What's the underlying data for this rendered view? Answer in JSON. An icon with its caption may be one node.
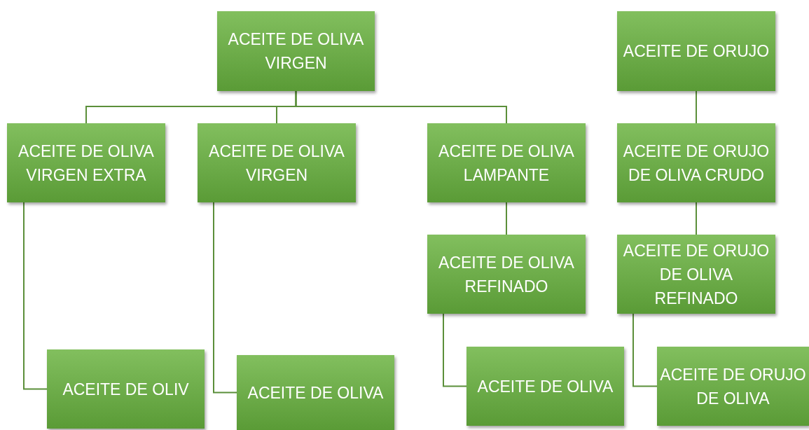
{
  "diagram": {
    "nodes": [
      {
        "text": [
          "ACEITE DE OLIVA VIRGEN"
        ]
      },
      {
        "text": [
          "ACEITE DE ORUJO"
        ]
      },
      {
        "text": [
          "ACEITE DE OLIVA VIRGEN EXTRA"
        ]
      },
      {
        "text": [
          "ACEITE DE OLIVA VIRGEN"
        ]
      },
      {
        "text": [
          "ACEITE DE OLIVA LAMPANTE"
        ]
      },
      {
        "text": [
          "ACEITE DE ORUJO DE OLIVA CRUDO"
        ]
      },
      {
        "text": [
          "ACEITE DE OLIVA REFINADO"
        ]
      },
      {
        "text": [
          "ACEITE DE ORUJO DE OLIVA REFINADO"
        ]
      },
      {
        "text": [
          "ACEITE DE OLIV"
        ]
      },
      {
        "text": [
          "ACEITE DE OLIVA"
        ]
      },
      {
        "text": [
          "ACEITE DE OLIVA"
        ]
      },
      {
        "text": [
          "ACEITE DE ORUJO DE OLIVA"
        ]
      }
    ],
    "edges": [
      {
        "from": 0,
        "to": 2,
        "arrow": "none"
      },
      {
        "from": 0,
        "to": 3,
        "arrow": "none"
      },
      {
        "from": 0,
        "to": 4,
        "arrow": "none"
      },
      {
        "from": 1,
        "to": 5,
        "arrow": "none"
      },
      {
        "from": 5,
        "to": 7,
        "arrow": "none"
      },
      {
        "from": 4,
        "to": 6,
        "arrow": "none"
      },
      {
        "from": 2,
        "to": 8,
        "arrow": "none"
      },
      {
        "from": 3,
        "to": 9,
        "arrow": "none"
      },
      {
        "from": 6,
        "to": 10,
        "arrow": "none"
      },
      {
        "from": 7,
        "to": 11,
        "arrow": "none"
      }
    ]
  }
}
